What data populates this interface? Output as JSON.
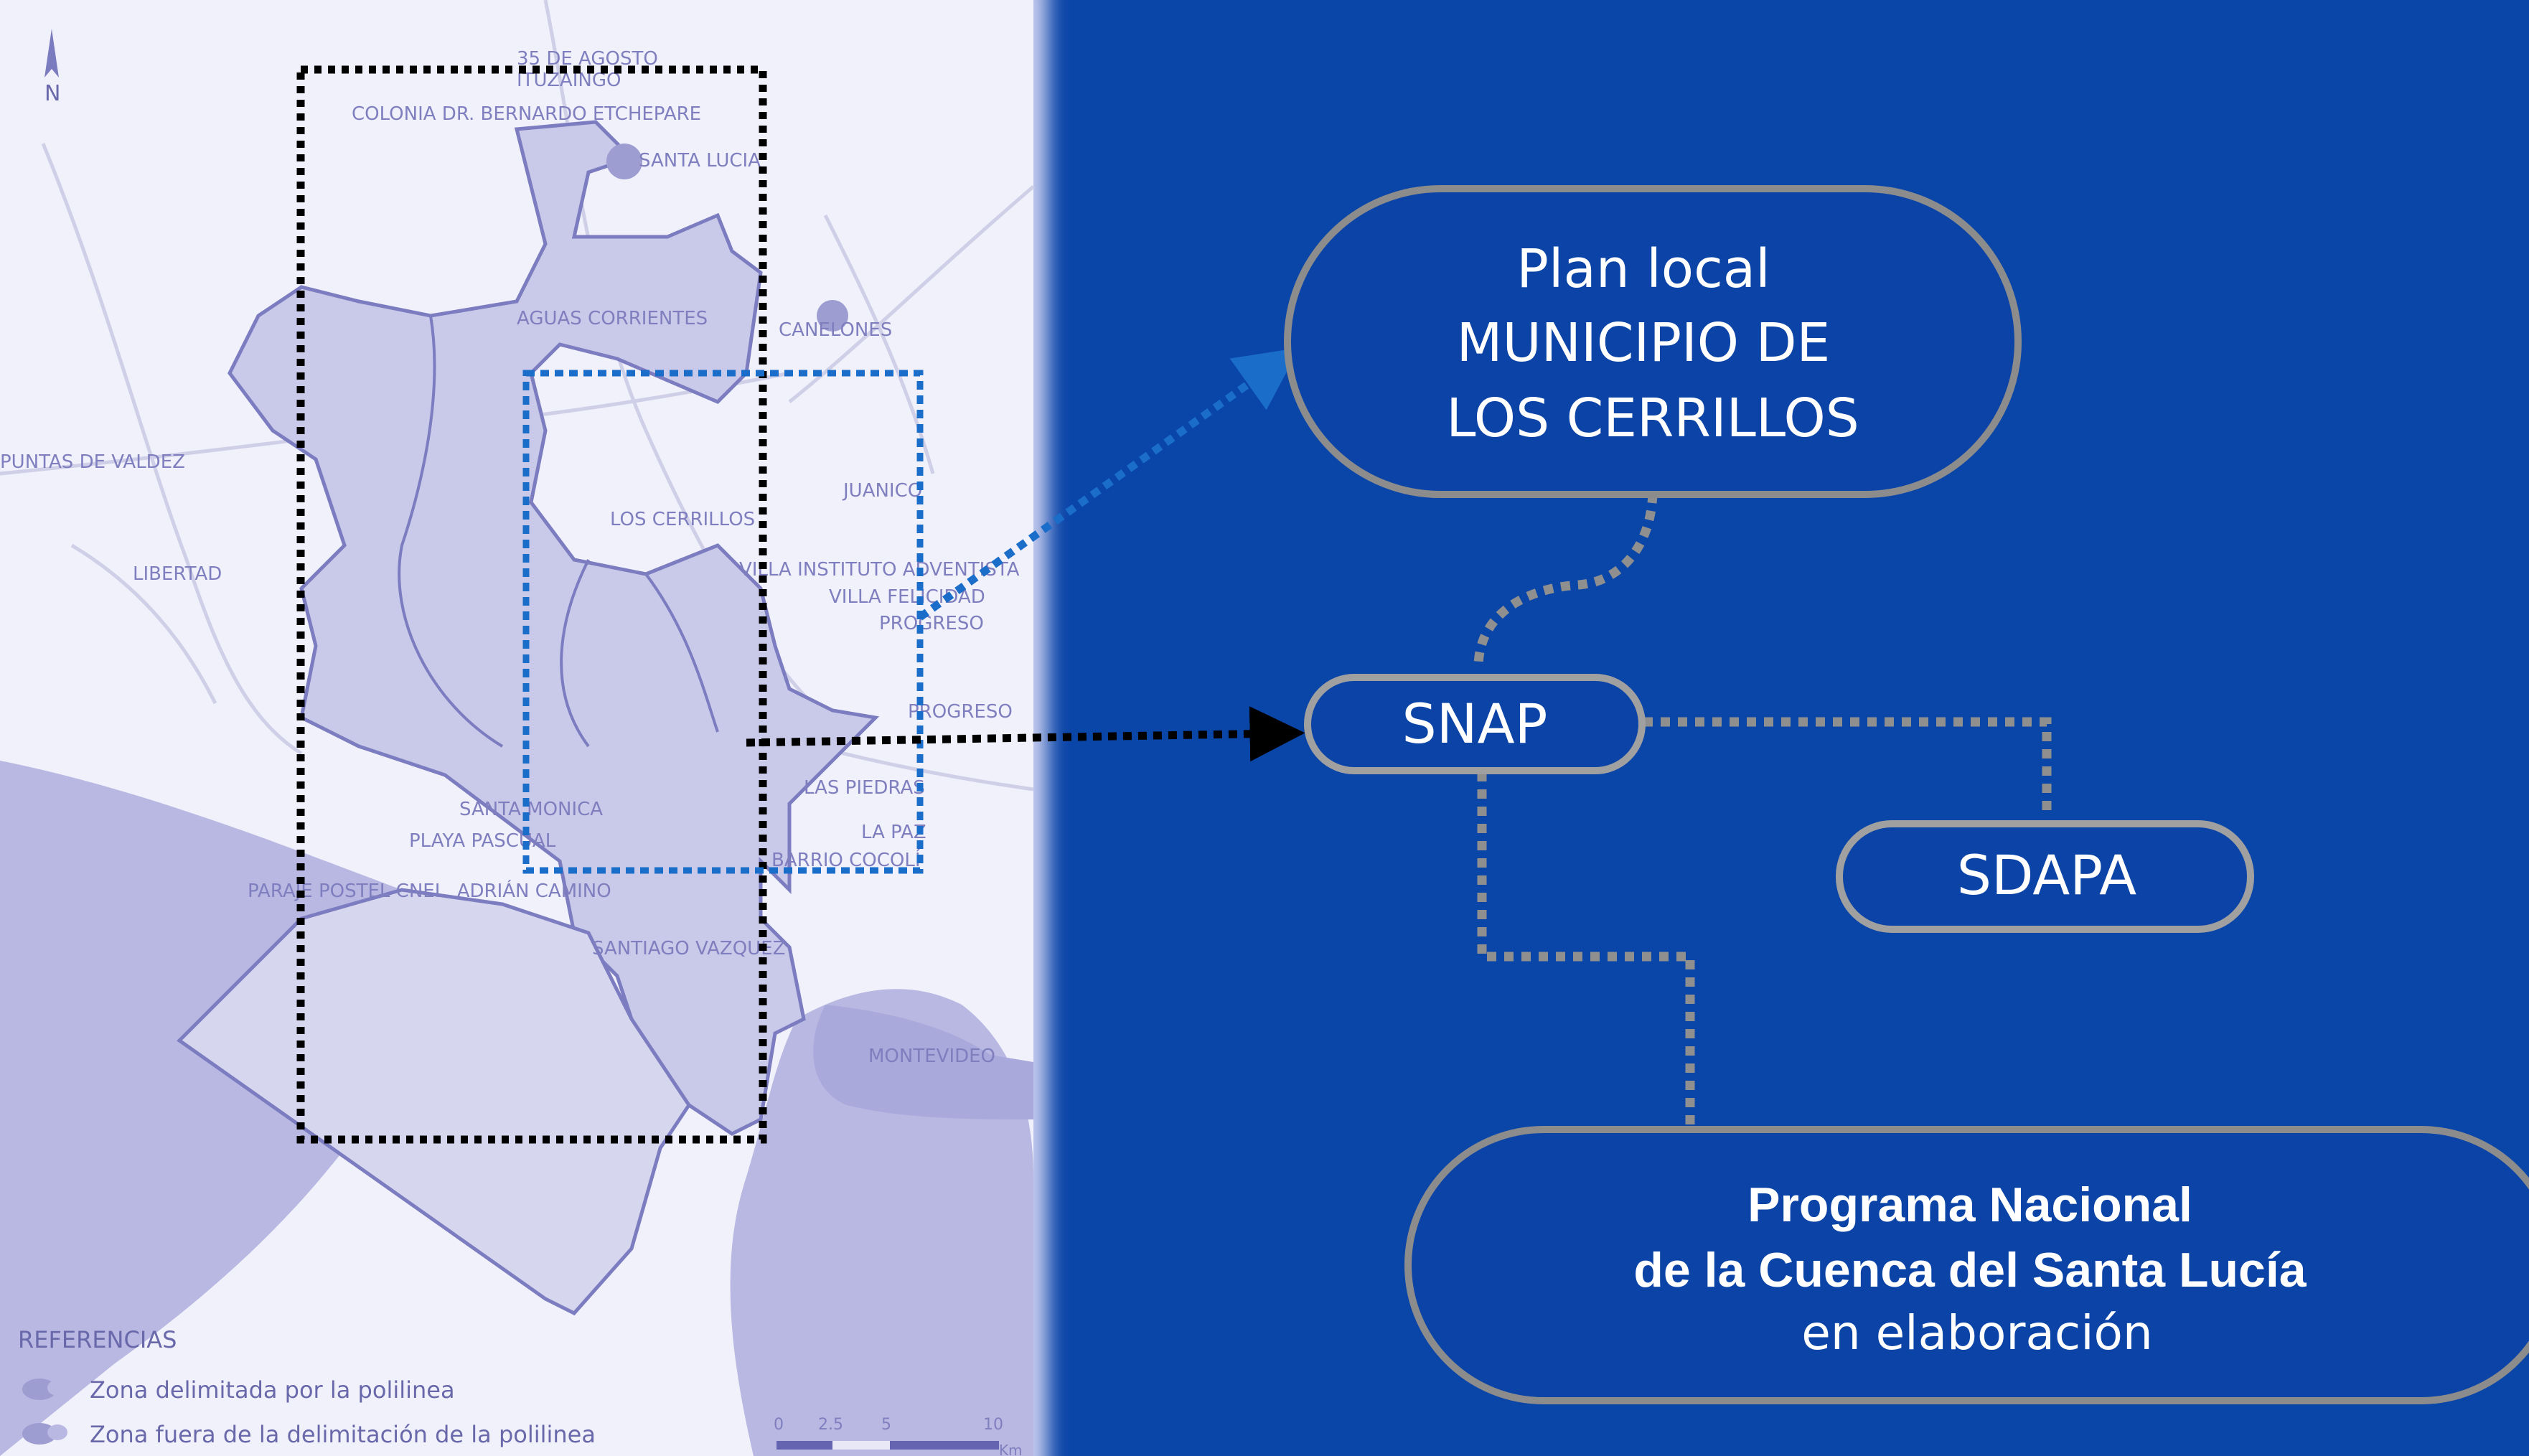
{
  "colors": {
    "background": "#0a45a8",
    "node_fill": "#0b44a6",
    "node_border": "#8c8c8c",
    "map_bg": "#f2f2fb",
    "map_fill": "#c9c9e9",
    "map_line": "#7c7cc0",
    "frame_black": "#000000",
    "frame_blue": "#1a6ec9",
    "connector_gray": "#8f8f8f"
  },
  "map": {
    "north_label": "N",
    "places": [
      "35 DE AGOSTO",
      "ITUZAINGO",
      "COLONIA DR. BERNARDO ETCHEPARE",
      "SANTA LUCIA",
      "AGUAS CORRIENTES",
      "CANELONES",
      "PUNTAS DE VALDEZ",
      "LOS CERRILLOS",
      "JUANICO",
      "LIBERTAD",
      "VILLA INSTITUTO ADVENTISTA",
      "VILLA FELICIDAD",
      "PROGRESO",
      "PROGRESO",
      "LAS PIEDRAS",
      "SANTA MONICA",
      "PLAYA PASCUAL",
      "LA PAZ",
      "BARRIO COCOLÍ",
      "PARAJE POSTEL CNEL. ADRIÁN CAMINO",
      "SANTIAGO VAZQUEZ",
      "MONTEVIDEO"
    ],
    "legend_title": "REFERENCIAS",
    "legend_items": [
      "Zona delimitada por la polilinea",
      "Zona fuera de la delimitación de la polilinea"
    ],
    "scale_labels": [
      "0",
      "2.5",
      "5",
      "10"
    ],
    "scale_unit": "Km"
  },
  "nodes": {
    "plan_local": [
      "Plan local",
      "MUNICIPIO DE",
      "LOS CERRILLOS"
    ],
    "snap": "SNAP",
    "sdapa": "SDAPA",
    "programa": [
      "Programa Nacional",
      "de la Cuenca del Santa Lucía",
      "en elaboración"
    ]
  },
  "icons": [
    "north-arrow-icon",
    "legend-swatch-icon"
  ]
}
